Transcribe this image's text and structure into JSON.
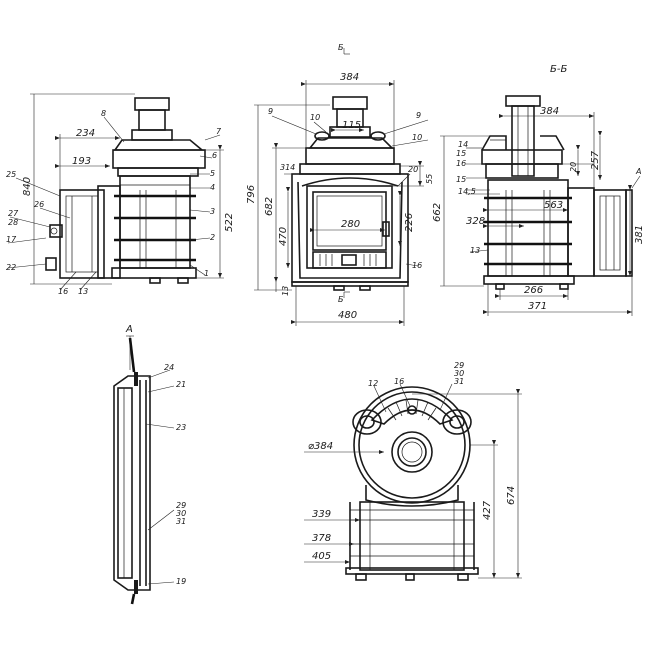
{
  "section_title": "Б-Б",
  "section_marker": "Б",
  "view_marker": "A",
  "front_view": {
    "dims": {
      "width_top": "384",
      "d115": "115",
      "d314": "314",
      "d55": "55",
      "d280": "280",
      "d226": "226",
      "h796": "796",
      "h682": "682",
      "h470": "470",
      "d13": "13",
      "width_bottom": "480"
    },
    "callouts": [
      "9",
      "10",
      "9",
      "10",
      "20",
      "16"
    ]
  },
  "left_view": {
    "dims": {
      "d234": "234",
      "d193": "193",
      "h522": "522",
      "h840": "840"
    },
    "callouts": [
      "8",
      "7",
      "6",
      "5",
      "4",
      "3",
      "2",
      "1",
      "25",
      "26",
      "27",
      "28",
      "17",
      "22",
      "16",
      "13"
    ]
  },
  "section_view": {
    "dims": {
      "d384": "384",
      "d14": "14",
      "d15a": "15",
      "d16": "16",
      "d15b": "15",
      "d14_5": "14,5",
      "d20": "20",
      "d257": "257",
      "h662": "662",
      "d563": "563",
      "d328": "328",
      "d381": "381",
      "d266": "266",
      "d371": "371"
    },
    "callouts": [
      "13"
    ]
  },
  "view_a": {
    "callouts": [
      "24",
      "21",
      "23",
      "29",
      "30",
      "31",
      "19"
    ]
  },
  "top_view": {
    "dims": {
      "diam": "⌀384",
      "d339": "339",
      "d378": "378",
      "d405": "405",
      "d427": "427",
      "d674": "674"
    },
    "callouts": [
      "12",
      "16",
      "29",
      "30",
      "31"
    ]
  }
}
